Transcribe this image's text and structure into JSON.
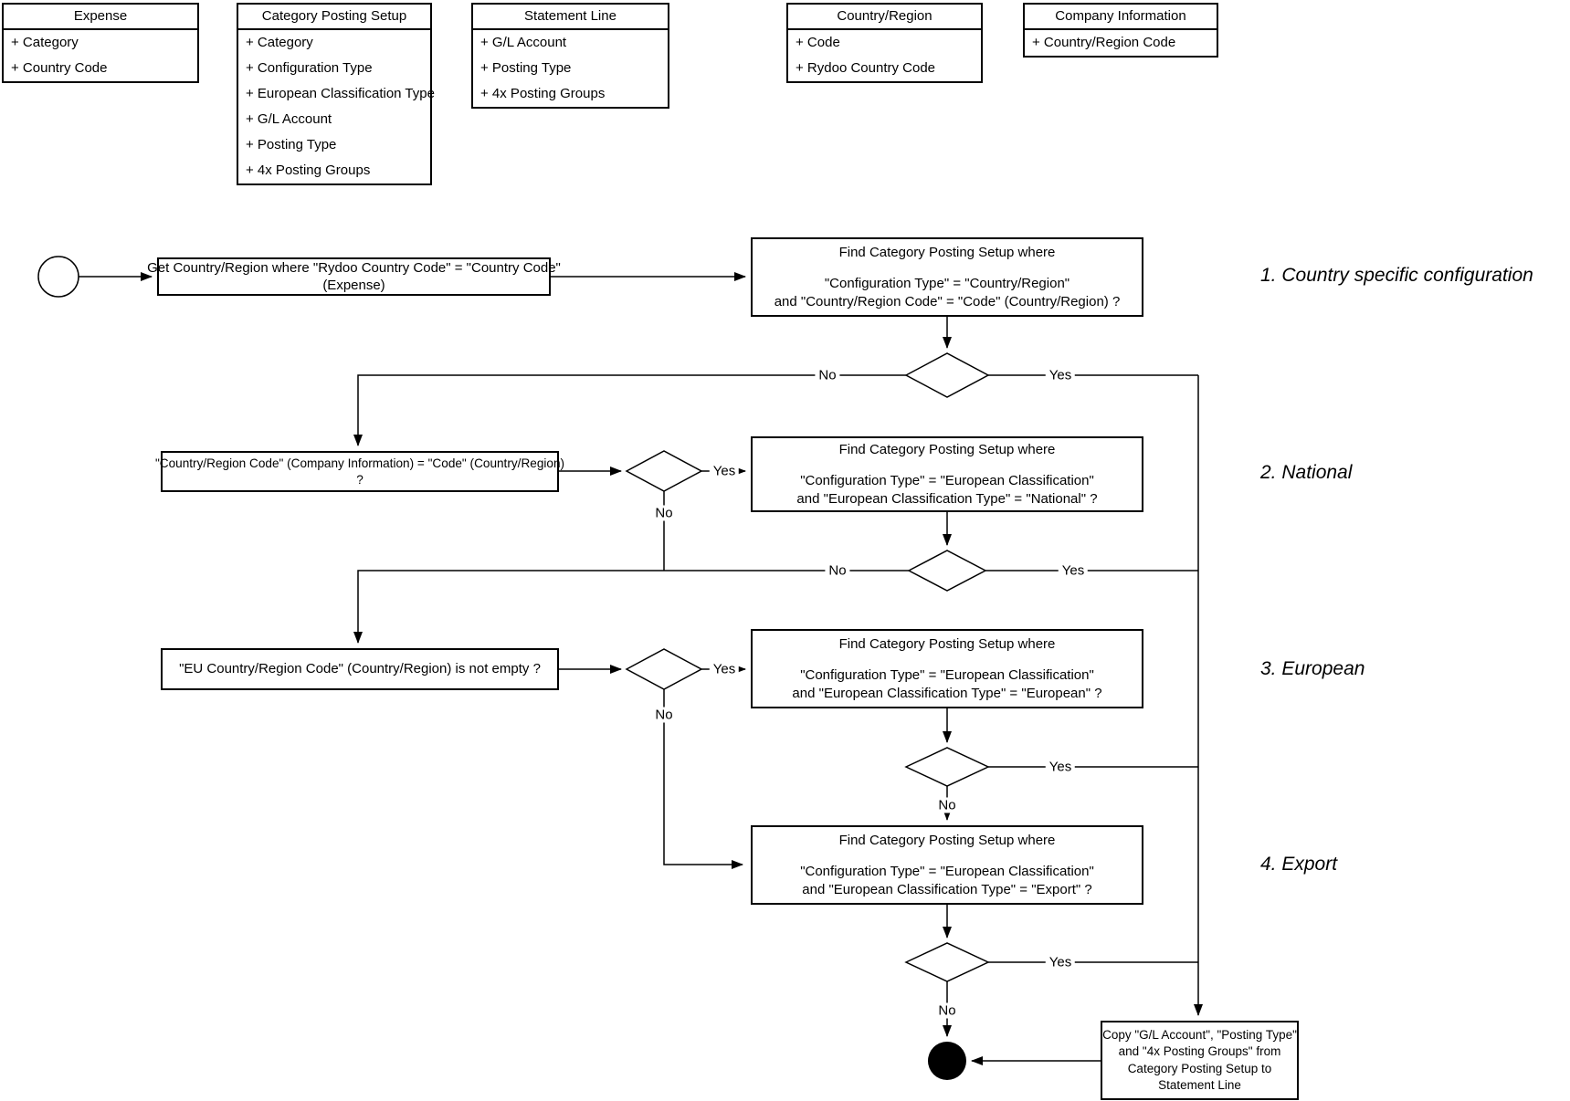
{
  "colors": {
    "stroke": "#000000",
    "background": "#ffffff"
  },
  "labels": {
    "yes": "Yes",
    "no": "No"
  },
  "sections": [
    {
      "text": "1. Country specific configuration"
    },
    {
      "text": "2. National"
    },
    {
      "text": "3. European"
    },
    {
      "text": "4. Export"
    }
  ],
  "entities": [
    {
      "title": "Expense",
      "fields": [
        "+ Category",
        "+ Country Code"
      ]
    },
    {
      "title": "Category Posting Setup",
      "fields": [
        "+ Category",
        "+ Configuration Type",
        "+ European Classification Type",
        "+ G/L Account",
        "+ Posting Type",
        "+ 4x Posting Groups"
      ]
    },
    {
      "title": "Statement Line",
      "fields": [
        "+ G/L Account",
        "+ Posting Type",
        "+ 4x Posting Groups"
      ]
    },
    {
      "title": "Country/Region",
      "fields": [
        "+ Code",
        "+ Rydoo Country Code"
      ]
    },
    {
      "title": "Company Information",
      "fields": [
        "+ Country/Region Code"
      ]
    }
  ],
  "flow": {
    "get_country": {
      "lines": [
        "Get Country/Region where \"Rydoo Country Code\" = \"Country Code\"",
        "(Expense)"
      ]
    },
    "find1": {
      "title": "Find Category Posting Setup where",
      "lines": [
        "\"Configuration Type\" = \"Country/Region\"",
        "and \"Country/Region Code\" = \"Code\" (Country/Region) ?"
      ]
    },
    "company_check": {
      "lines": [
        "\"Country/Region Code\" (Company Information) = \"Code\" (Country/Region)",
        "?"
      ]
    },
    "find2": {
      "title": "Find Category Posting Setup where",
      "lines": [
        "\"Configuration Type\" = \"European Classification\"",
        "and \"European Classification Type\" = \"National\" ?"
      ]
    },
    "eu_check": {
      "lines": [
        "\"EU Country/Region Code\" (Country/Region) is not empty ?"
      ]
    },
    "find3": {
      "title": "Find Category Posting Setup where",
      "lines": [
        "\"Configuration Type\" = \"European Classification\"",
        "and \"European Classification Type\" = \"European\" ?"
      ]
    },
    "find4": {
      "title": "Find Category Posting Setup where",
      "lines": [
        "\"Configuration Type\" = \"European Classification\"",
        "and \"European Classification Type\" = \"Export\" ?"
      ]
    },
    "copy": {
      "lines": [
        "Copy \"G/L Account\", \"Posting Type\"",
        "and \"4x Posting Groups\" from",
        "Category Posting Setup to",
        "Statement Line"
      ]
    }
  }
}
